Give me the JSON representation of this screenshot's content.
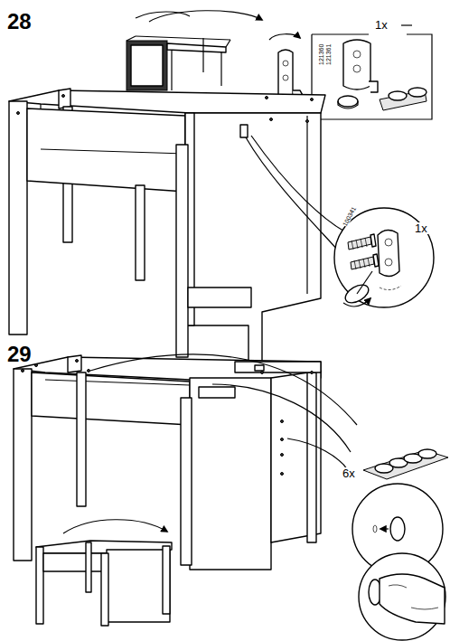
{
  "diagram": {
    "labels": [
      "28",
      "1x",
      "121360",
      "121361",
      "100341",
      "1x",
      "29",
      "6x"
    ]
  }
}
